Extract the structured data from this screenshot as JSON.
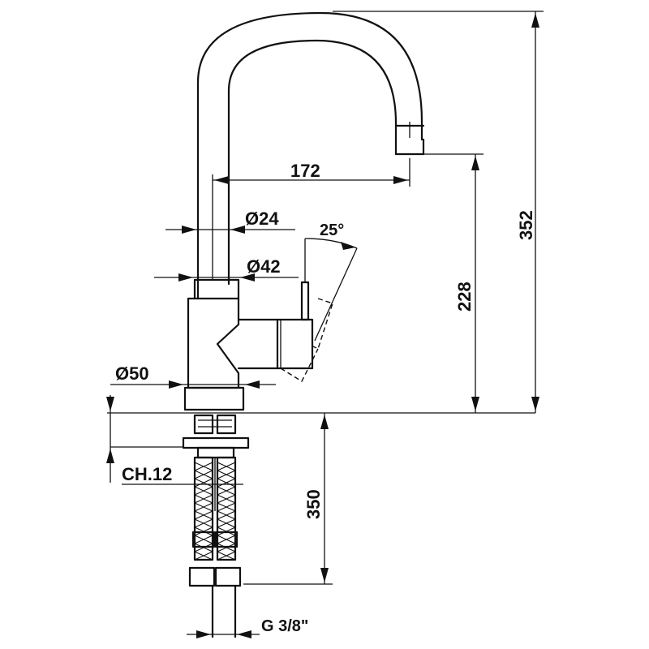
{
  "dimensions": {
    "spout_reach": "172",
    "overall_height": "352",
    "spout_height": "228",
    "hose_length": "350",
    "spout_diameter": "Ø24",
    "body_diameter": "Ø42",
    "base_diameter": "Ø50",
    "lever_angle": "25°",
    "wrench_size": "CH.12",
    "thread_size": "G 3/8\""
  }
}
